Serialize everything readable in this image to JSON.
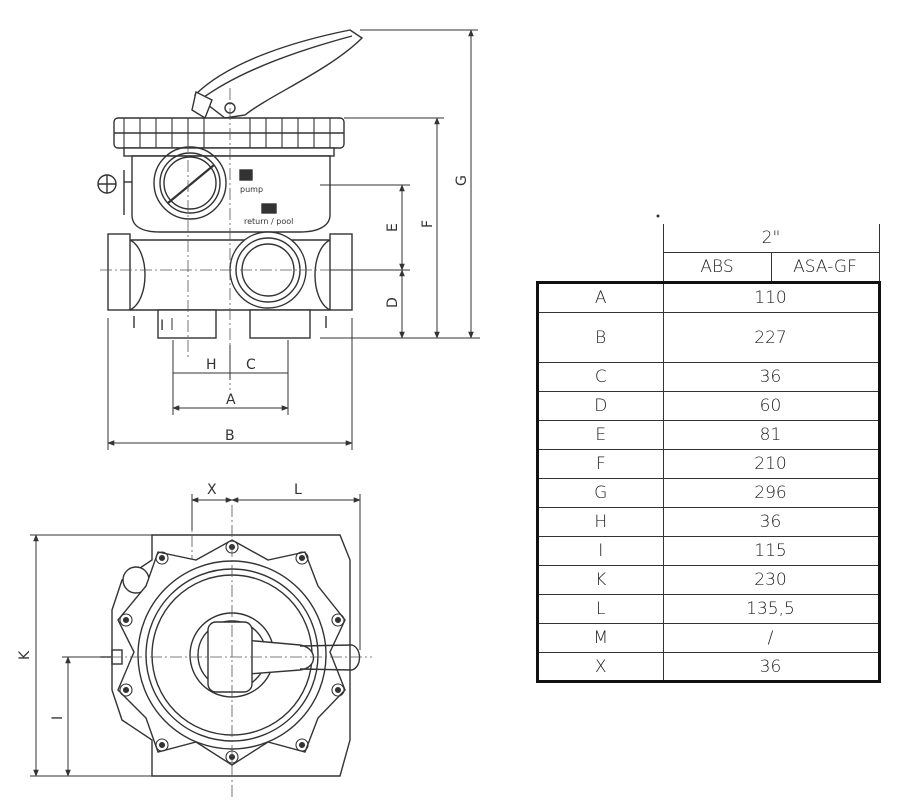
{
  "table": {
    "size_label": "2\"",
    "materials": [
      "ABS",
      "ASA-GF"
    ],
    "rows": [
      {
        "dim": "A",
        "value": "110"
      },
      {
        "dim": "B",
        "value": "227"
      },
      {
        "dim": "C",
        "value": "36"
      },
      {
        "dim": "D",
        "value": "60"
      },
      {
        "dim": "E",
        "value": "81"
      },
      {
        "dim": "F",
        "value": "210"
      },
      {
        "dim": "G",
        "value": "296"
      },
      {
        "dim": "H",
        "value": "36"
      },
      {
        "dim": "I",
        "value": "115"
      },
      {
        "dim": "K",
        "value": "230"
      },
      {
        "dim": "L",
        "value": "135,5"
      },
      {
        "dim": "M",
        "value": "/"
      },
      {
        "dim": "X",
        "value": "36"
      }
    ]
  },
  "drawing": {
    "port_labels": {
      "pump": "pump",
      "return": "return / pool"
    },
    "front_dims": {
      "A": "A",
      "B": "B",
      "C": "C",
      "D": "D",
      "E": "E",
      "F": "F",
      "G": "G",
      "H": "H",
      "I": "I"
    },
    "top_dims": {
      "X": "X",
      "L": "L",
      "K": "K",
      "I": "I"
    }
  }
}
